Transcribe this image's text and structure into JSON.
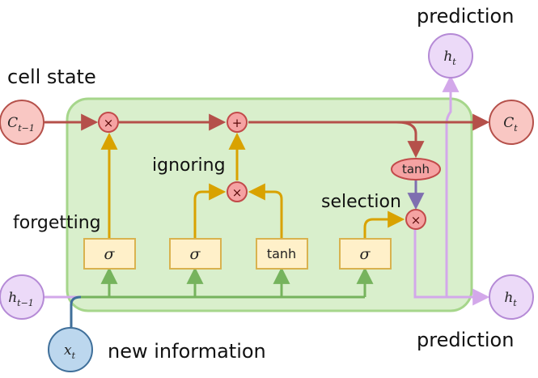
{
  "labels": {
    "cell_state": "cell state",
    "forgetting": "forgetting",
    "ignoring": "ignoring",
    "selection": "selection",
    "new_information": "new information",
    "prediction_top": "prediction",
    "prediction_bottom": "prediction"
  },
  "nodes": {
    "c_prev": {
      "base": "C",
      "sub": "t−1"
    },
    "c_t": {
      "base": "C",
      "sub": "t"
    },
    "h_prev": {
      "base": "h",
      "sub": "t−1"
    },
    "h_t_top": {
      "base": "h",
      "sub": "t"
    },
    "h_t_right": {
      "base": "h",
      "sub": "t"
    },
    "x_t": {
      "base": "x",
      "sub": "t"
    }
  },
  "gates": {
    "forget": "σ",
    "input": "σ",
    "candidate": "tanh",
    "output": "σ"
  },
  "operators": {
    "forget_multiply": "×",
    "cell_add": "+",
    "input_multiply": "×",
    "output_multiply": "×",
    "output_tanh": "tanh"
  },
  "colors": {
    "cell_line": "#b5504a",
    "gate_line": "#d9a200",
    "input_line": "#76b35d",
    "hidden_line": "#d3a8ea",
    "tanh_to_output": "#7f6fb0",
    "x_node_fill": "#bcd7ee",
    "x_node_stroke": "#3f6f9a",
    "cell_box_fill": "#d9efcc",
    "cell_box_stroke": "#a6d68b",
    "gate_fill": "#fff0c9",
    "gate_stroke": "#d9b24f",
    "op_fill": "#f5a3a3",
    "op_stroke": "#c24a4a"
  }
}
